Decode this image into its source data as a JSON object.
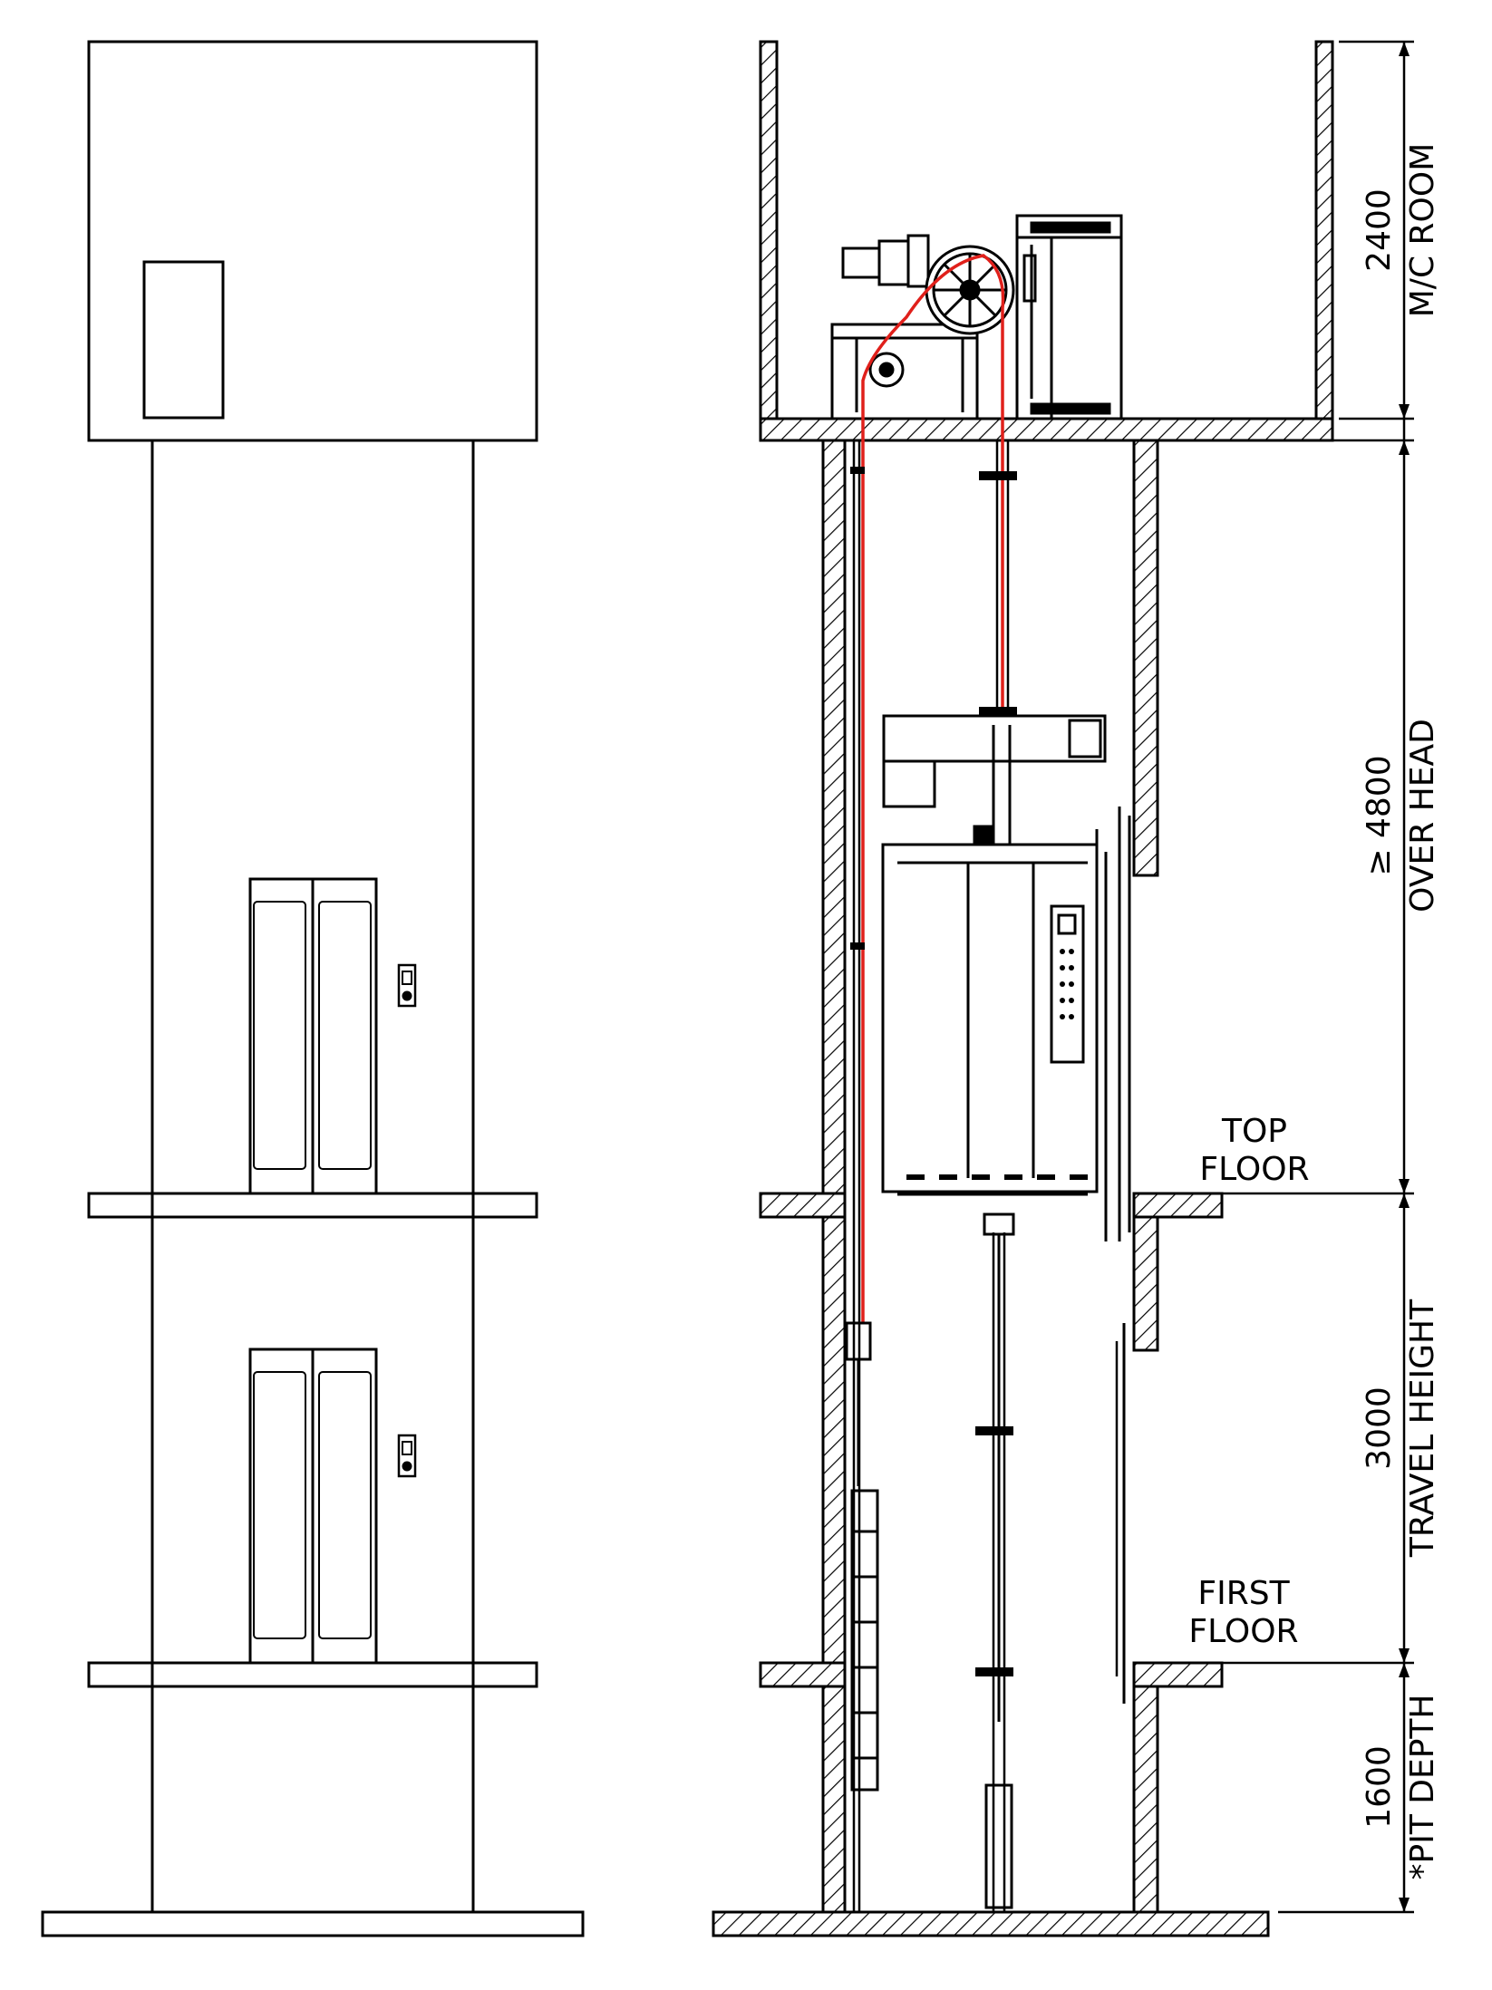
{
  "floor_labels": {
    "top_floor": [
      "TOP",
      "FLOOR"
    ],
    "first_floor": [
      "FIRST",
      "FLOOR"
    ]
  },
  "dimensions": {
    "machine_room": {
      "value": "2400",
      "label": "M/C ROOM"
    },
    "overhead": {
      "value": "≥ 4800",
      "label": "OVER HEAD"
    },
    "travel": {
      "value": "3000",
      "label": "TRAVEL HEIGHT"
    },
    "pit": {
      "value": "1600",
      "label": "*PIT DEPTH"
    }
  },
  "colors": {
    "line": "#000000",
    "rope": "#e0201b",
    "background": "#ffffff"
  }
}
